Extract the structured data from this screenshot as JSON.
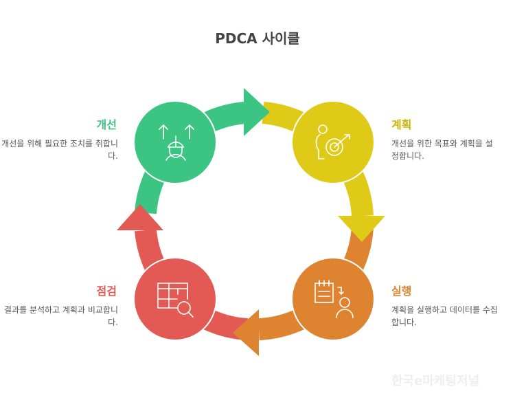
{
  "title": "PDCA 사이클",
  "colors": {
    "act": "#3CC482",
    "plan": "#DFCB17",
    "do": "#DE8430",
    "check": "#E35A55"
  },
  "stages": {
    "act": {
      "label": "개선",
      "desc": "개선을 위해 필요한 조치를 취합니다.",
      "icon": "engineer-arrows-icon"
    },
    "plan": {
      "label": "계획",
      "desc": "개선을 위한 목표와 계획을 설정합니다.",
      "icon": "person-target-icon"
    },
    "do": {
      "label": "실행",
      "desc": "계획을 실행하고 데이터를 수집합니다.",
      "icon": "checklist-person-icon"
    },
    "check": {
      "label": "점검",
      "desc": "결과를 분석하고 계획과 비교합니다.",
      "icon": "table-magnifier-icon"
    }
  },
  "watermark": "한국e마케팅저널"
}
